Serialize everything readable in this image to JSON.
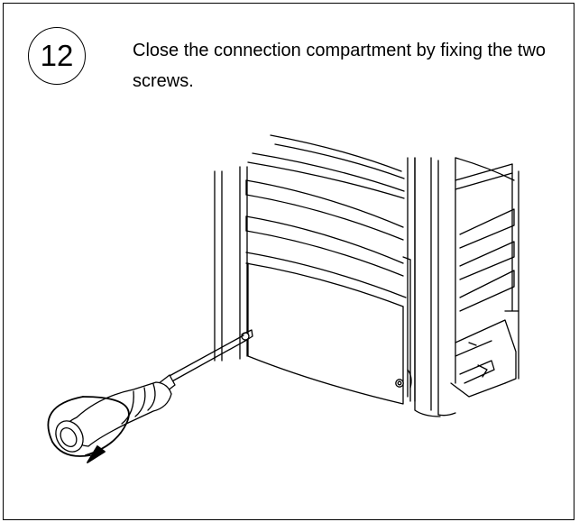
{
  "step": {
    "number": "12",
    "instruction": "Close the connection compartment by fixing the two screws."
  },
  "illustration": {
    "subject": "screwdriver-fastening-compartment-cover",
    "icons": [
      "screwdriver-icon",
      "rotation-arrow-icon",
      "screw-icon"
    ]
  }
}
